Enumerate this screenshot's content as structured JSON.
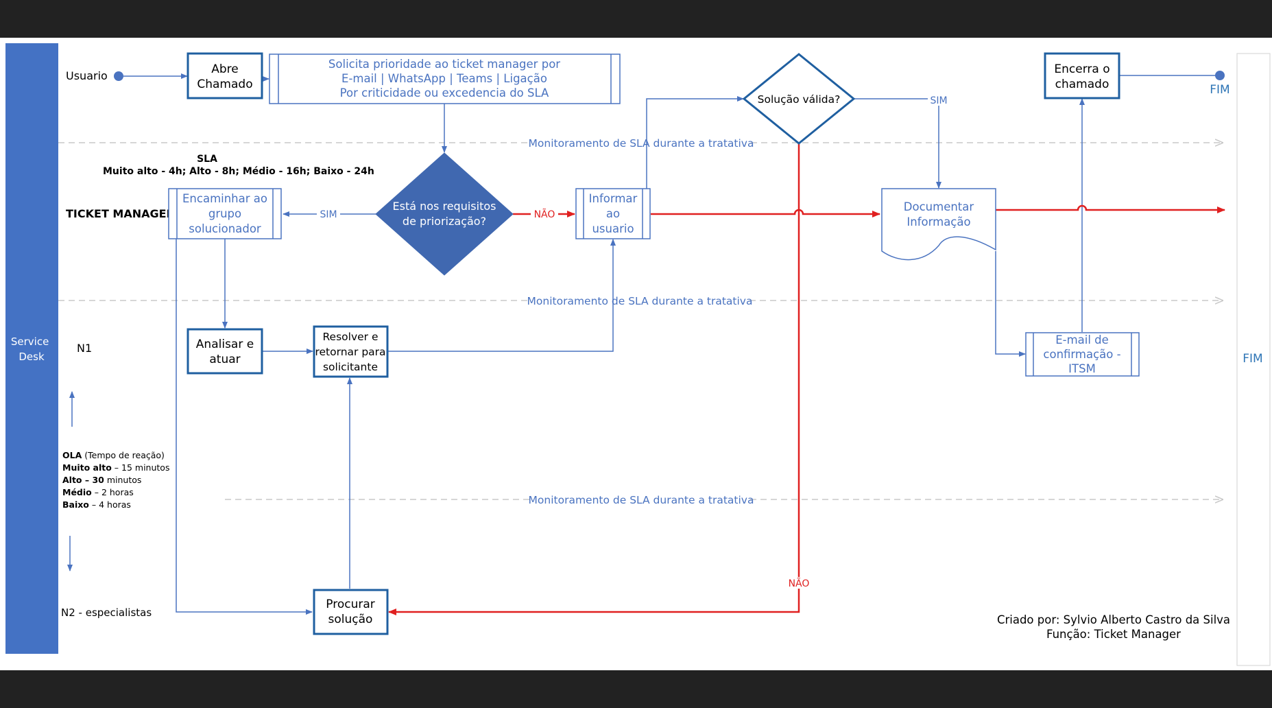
{
  "colors": {
    "blue": "#2e75b6",
    "dark_blue": "#1f5fa0",
    "fill_blue": "#4068b0",
    "line_blue": "#4a73c0",
    "text_blue": "#2f5597",
    "red": "#e02020",
    "dash": "#c8c8c8",
    "bar": "#222222"
  },
  "lanes": {
    "service_desk": "Service Desk",
    "usuario": "Usuario",
    "ticket_manager": "TICKET MANAGER",
    "n1": "N1",
    "n2": "N2 - especialistas"
  },
  "sla": {
    "title": "SLA",
    "values": "Muito alto - 4h; Alto - 8h; Médio - 16h; Baixo - 24h"
  },
  "ola": {
    "lines": [
      {
        "bold": "OLA",
        "rest": " (Tempo de reação)"
      },
      {
        "bold": "Muito alto",
        "rest": " – 15 minutos"
      },
      {
        "bold": "Alto – 30",
        "rest": " minutos"
      },
      {
        "bold": "Médio",
        "rest": " – 2 horas"
      },
      {
        "bold": "Baixo",
        "rest": " – 4 horas"
      }
    ]
  },
  "monitor_label": "Monitoramento de SLA durante a tratativa",
  "nodes": {
    "abre": [
      "Abre",
      "Chamado"
    ],
    "solicita": [
      "Solicita prioridade ao ticket manager por",
      "E-mail | WhatsApp | Teams | Ligação",
      "Por criticidade ou excedencia do SLA"
    ],
    "requisitos": [
      "Está nos requisitos",
      "de priorização?"
    ],
    "encaminhar": [
      "Encaminhar ao",
      "grupo",
      "solucionador"
    ],
    "informar": [
      "Informar",
      "ao",
      "usuario"
    ],
    "solucao_valida": [
      "Solução válida?"
    ],
    "documentar": [
      "Documentar",
      "Informação"
    ],
    "encerra": [
      "Encerra o",
      "chamado"
    ],
    "email": [
      "E-mail de",
      "confirmação -",
      "ITSM"
    ],
    "analisar": [
      "Analisar e",
      "atuar"
    ],
    "resolver": [
      "Resolver e",
      "retornar para",
      "solicitante"
    ],
    "procurar": [
      "Procurar",
      "solução"
    ]
  },
  "edge_labels": {
    "sim": "SIM",
    "nao": "NÃO",
    "fim": "FIM"
  },
  "credits": {
    "line1": "Criado por: Sylvio Alberto Castro da Silva",
    "line2": "Função: Ticket Manager"
  }
}
